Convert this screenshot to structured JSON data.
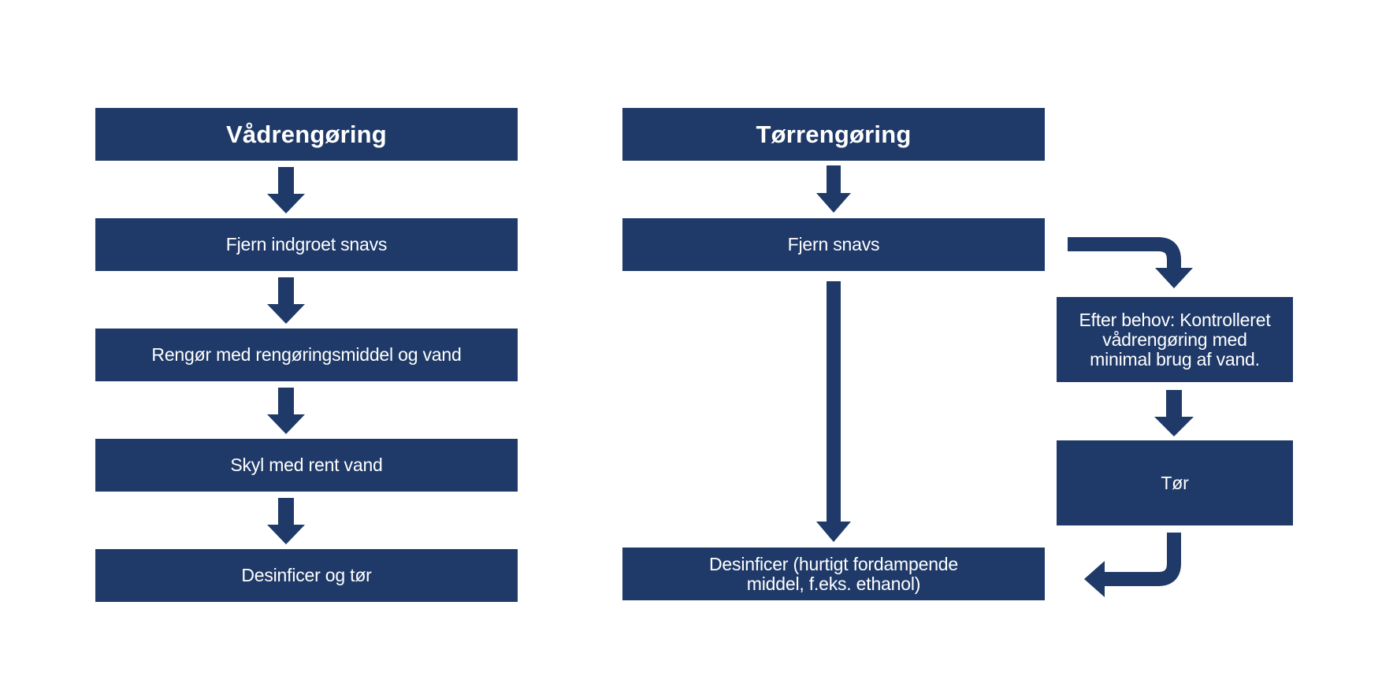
{
  "colors": {
    "box_fill": "#1f3a68",
    "arrow_fill": "#1f3a68",
    "text": "#ffffff",
    "background": "#ffffff"
  },
  "wet": {
    "title": "Vådrengøring",
    "steps": [
      "Fjern indgroet snavs",
      "Rengør med rengøringsmiddel og vand",
      "Skyl med rent vand",
      "Desinficer og tør"
    ]
  },
  "dry": {
    "title": "Tørrengøring",
    "remove": "Fjern snavs",
    "optional": "Efter behov: Kontrolleret\nvådrengøring med\nminimal brug af vand.",
    "dry_step": "Tør",
    "disinfect": "Desinficer (hurtigt fordampende\nmiddel, f.eks. ethanol)"
  }
}
